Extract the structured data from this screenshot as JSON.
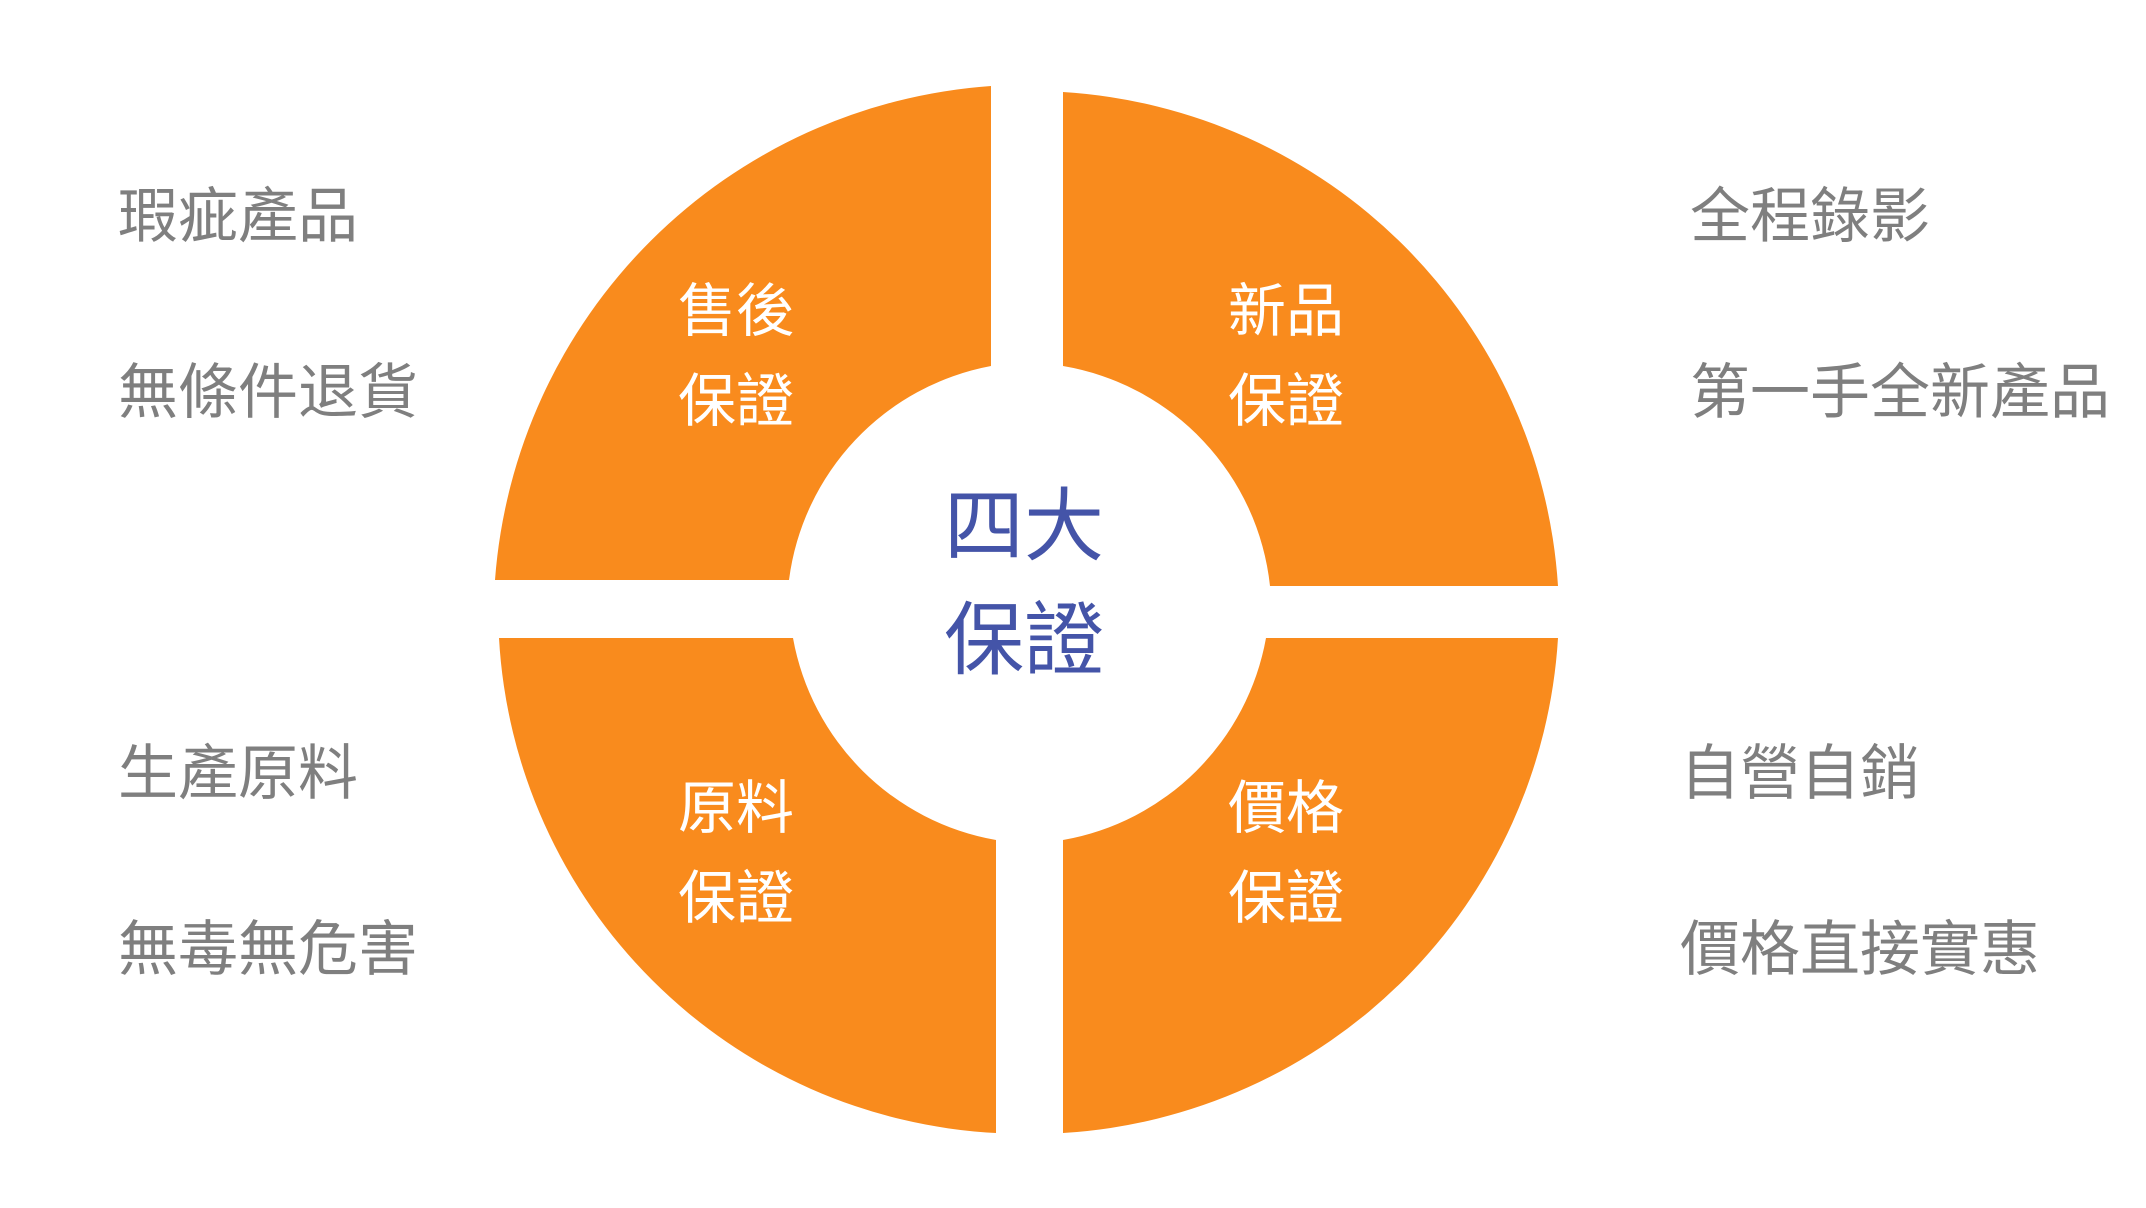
{
  "colors": {
    "segment": "#F98B1D",
    "center_text": "#4454A8",
    "side_text": "#7F7F7F",
    "background": "#FFFFFF"
  },
  "center": {
    "line1": "四大",
    "line2": "保證"
  },
  "segments": {
    "top_left": {
      "line1": "售後",
      "line2": "保證"
    },
    "top_right": {
      "line1": "新品",
      "line2": "保證"
    },
    "bottom_left": {
      "line1": "原料",
      "line2": "保證"
    },
    "bottom_right": {
      "line1": "價格",
      "line2": "保證"
    }
  },
  "side_notes": {
    "top_left": [
      "瑕疵產品",
      "無條件退貨"
    ],
    "top_right": [
      "全程錄影",
      "第一手全新產品"
    ],
    "bottom_left": [
      "生產原料",
      "無毒無危害"
    ],
    "bottom_right": [
      "自營自銷",
      "價格直接實惠"
    ]
  }
}
